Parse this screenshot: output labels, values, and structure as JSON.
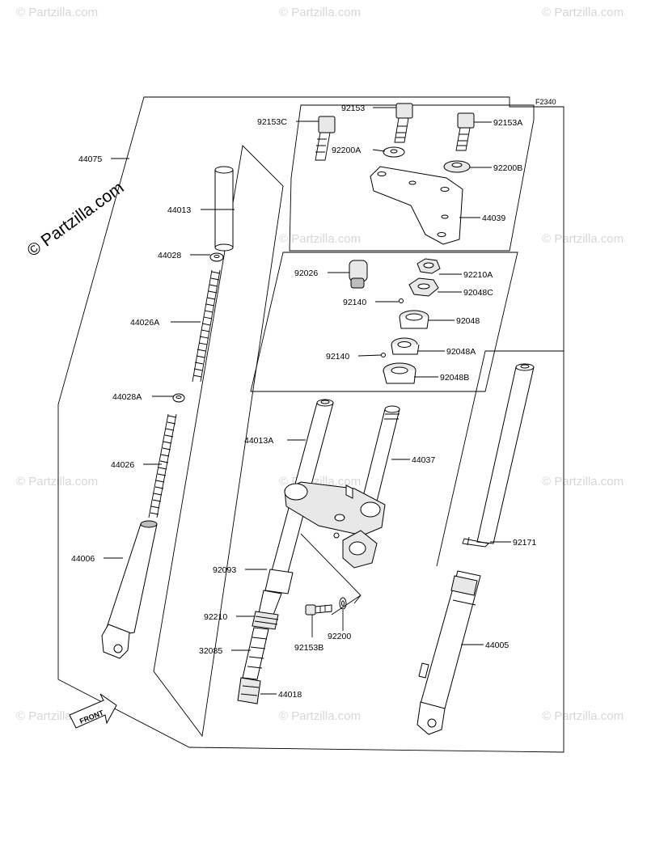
{
  "figure_id": "F2340",
  "brand": "© Partzilla.com",
  "watermark_text": "© Partzilla.com",
  "front_arrow_label": "FRONT",
  "labels": {
    "l44075": "44075",
    "l92153C": "92153C",
    "l92153": "92153",
    "l92153A": "92153A",
    "l92200A": "92200A",
    "l92200B": "92200B",
    "l44039": "44039",
    "l44013": "44013",
    "l44028": "44028",
    "l44026A": "44026A",
    "l44028A": "44028A",
    "l44026": "44026",
    "l44006": "44006",
    "l92026": "92026",
    "l92210A": "92210A",
    "l92048C": "92048C",
    "l92140a": "92140",
    "l92048": "92048",
    "l92140b": "92140",
    "l92048A": "92048A",
    "l92048B": "92048B",
    "l44013A": "44013A",
    "l44037": "44037",
    "l92093": "92093",
    "l92210": "92210",
    "l32085": "32085",
    "l44018": "44018",
    "l92200": "92200",
    "l92153B": "92153B",
    "l92171": "92171",
    "l44005": "44005"
  },
  "colors": {
    "line": "#000000",
    "watermark": "#d7d7d7",
    "background": "#ffffff"
  }
}
